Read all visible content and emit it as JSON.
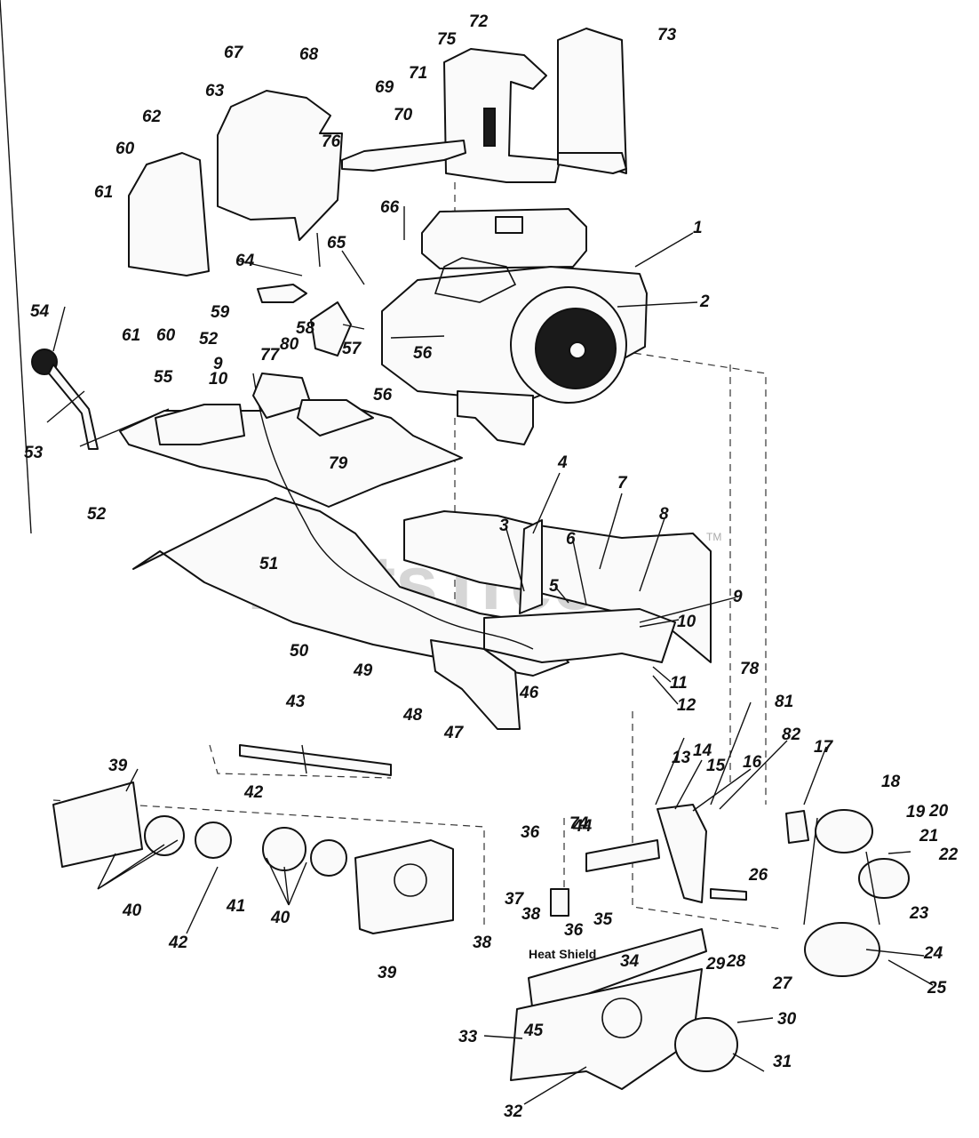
{
  "watermark": "PartsTree",
  "trademark": "TM",
  "heat_shield_label": "Heat Shield",
  "callouts": [
    "1",
    "2",
    "3",
    "4",
    "5",
    "6",
    "7",
    "8",
    "9",
    "9",
    "10",
    "10",
    "11",
    "12",
    "13",
    "14",
    "15",
    "16",
    "17",
    "18",
    "19",
    "20",
    "21",
    "22",
    "23",
    "24",
    "25",
    "26",
    "27",
    "28",
    "29",
    "30",
    "31",
    "32",
    "33",
    "34",
    "35",
    "36",
    "36",
    "37",
    "38",
    "38",
    "39",
    "39",
    "40",
    "40",
    "41",
    "42",
    "42",
    "43",
    "44",
    "45",
    "46",
    "47",
    "48",
    "49",
    "50",
    "51",
    "52",
    "52",
    "53",
    "54",
    "55",
    "56",
    "56",
    "57",
    "58",
    "59",
    "60",
    "60",
    "61",
    "61",
    "62",
    "63",
    "64",
    "65",
    "66",
    "67",
    "68",
    "69",
    "70",
    "71",
    "72",
    "73",
    "74",
    "75",
    "76",
    "77",
    "78",
    "79",
    "80",
    "81",
    "82"
  ]
}
